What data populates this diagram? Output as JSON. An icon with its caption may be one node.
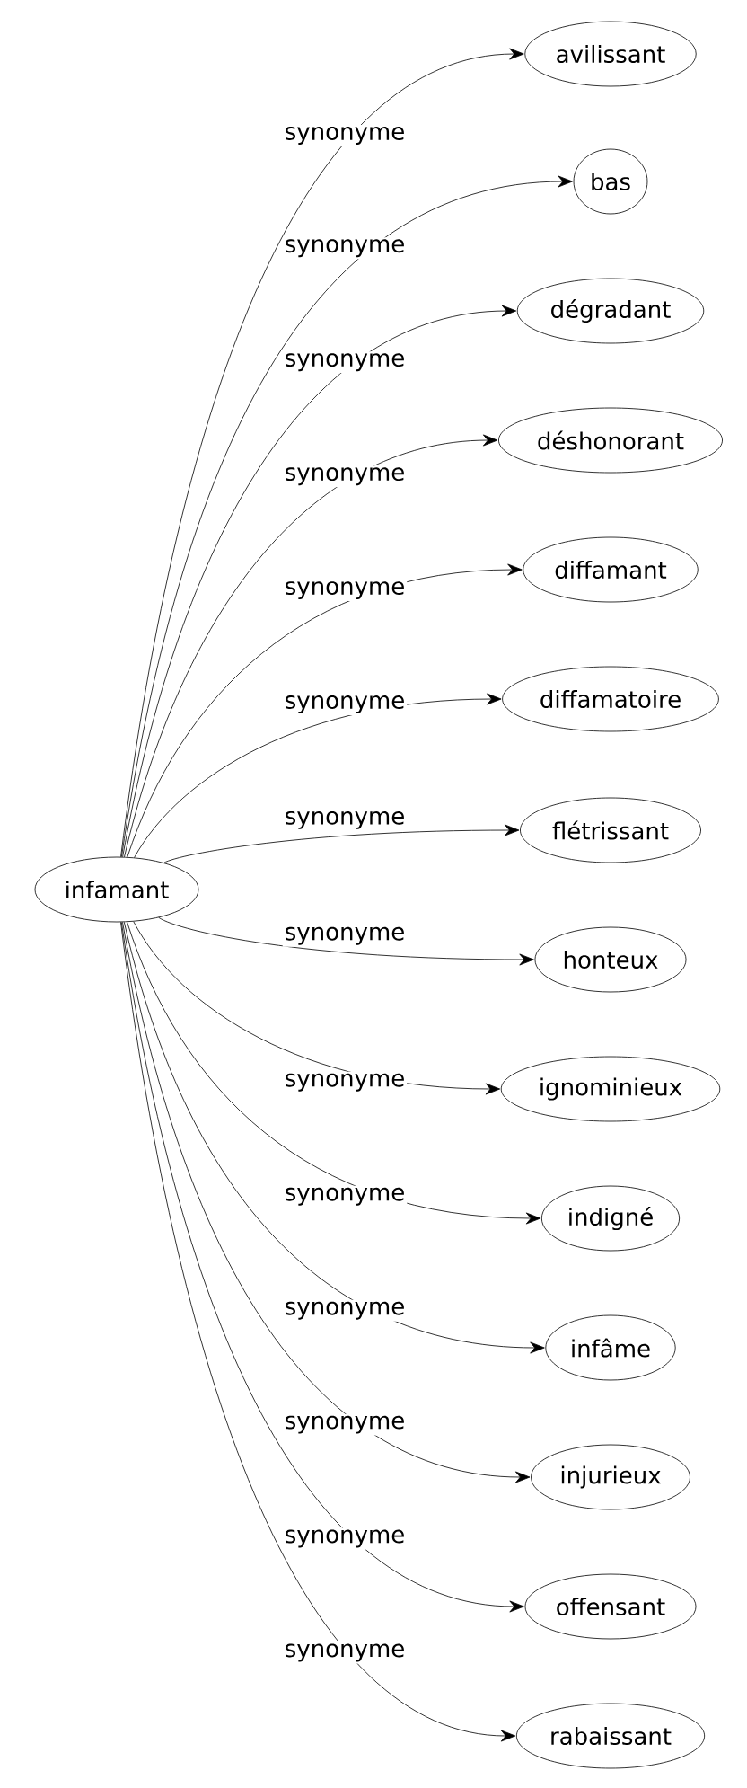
{
  "diagram": {
    "nodes": [
      {
        "text": [
          "infamant"
        ]
      },
      {
        "text": [
          "avilissant"
        ]
      },
      {
        "text": [
          "bas"
        ]
      },
      {
        "text": [
          "dégradant"
        ]
      },
      {
        "text": [
          "déshonorant"
        ]
      },
      {
        "text": [
          "diffamant"
        ]
      },
      {
        "text": [
          "diffamatoire"
        ]
      },
      {
        "text": [
          "flétrissant"
        ]
      },
      {
        "text": [
          "honteux"
        ]
      },
      {
        "text": [
          "ignominieux"
        ]
      },
      {
        "text": [
          "indigné"
        ]
      },
      {
        "text": [
          "infâme"
        ]
      },
      {
        "text": [
          "injurieux"
        ]
      },
      {
        "text": [
          "offensant"
        ]
      },
      {
        "text": [
          "rabaissant"
        ]
      }
    ],
    "edges": [
      {
        "from": 0,
        "to": 1,
        "arrow": "to",
        "label": "synonyme"
      },
      {
        "from": 0,
        "to": 2,
        "arrow": "to",
        "label": "synonyme"
      },
      {
        "from": 0,
        "to": 3,
        "arrow": "to",
        "label": "synonyme"
      },
      {
        "from": 0,
        "to": 4,
        "arrow": "to",
        "label": "synonyme"
      },
      {
        "from": 0,
        "to": 5,
        "arrow": "to",
        "label": "synonyme"
      },
      {
        "from": 0,
        "to": 6,
        "arrow": "to",
        "label": "synonyme"
      },
      {
        "from": 0,
        "to": 7,
        "arrow": "to",
        "label": "synonyme"
      },
      {
        "from": 0,
        "to": 8,
        "arrow": "to",
        "label": "synonyme"
      },
      {
        "from": 0,
        "to": 9,
        "arrow": "to",
        "label": "synonyme"
      },
      {
        "from": 0,
        "to": 10,
        "arrow": "to",
        "label": "synonyme"
      },
      {
        "from": 0,
        "to": 11,
        "arrow": "to",
        "label": "synonyme"
      },
      {
        "from": 0,
        "to": 12,
        "arrow": "to",
        "label": "synonyme"
      },
      {
        "from": 0,
        "to": 13,
        "arrow": "to",
        "label": "synonyme"
      },
      {
        "from": 0,
        "to": 14,
        "arrow": "to",
        "label": "synonyme"
      }
    ]
  }
}
